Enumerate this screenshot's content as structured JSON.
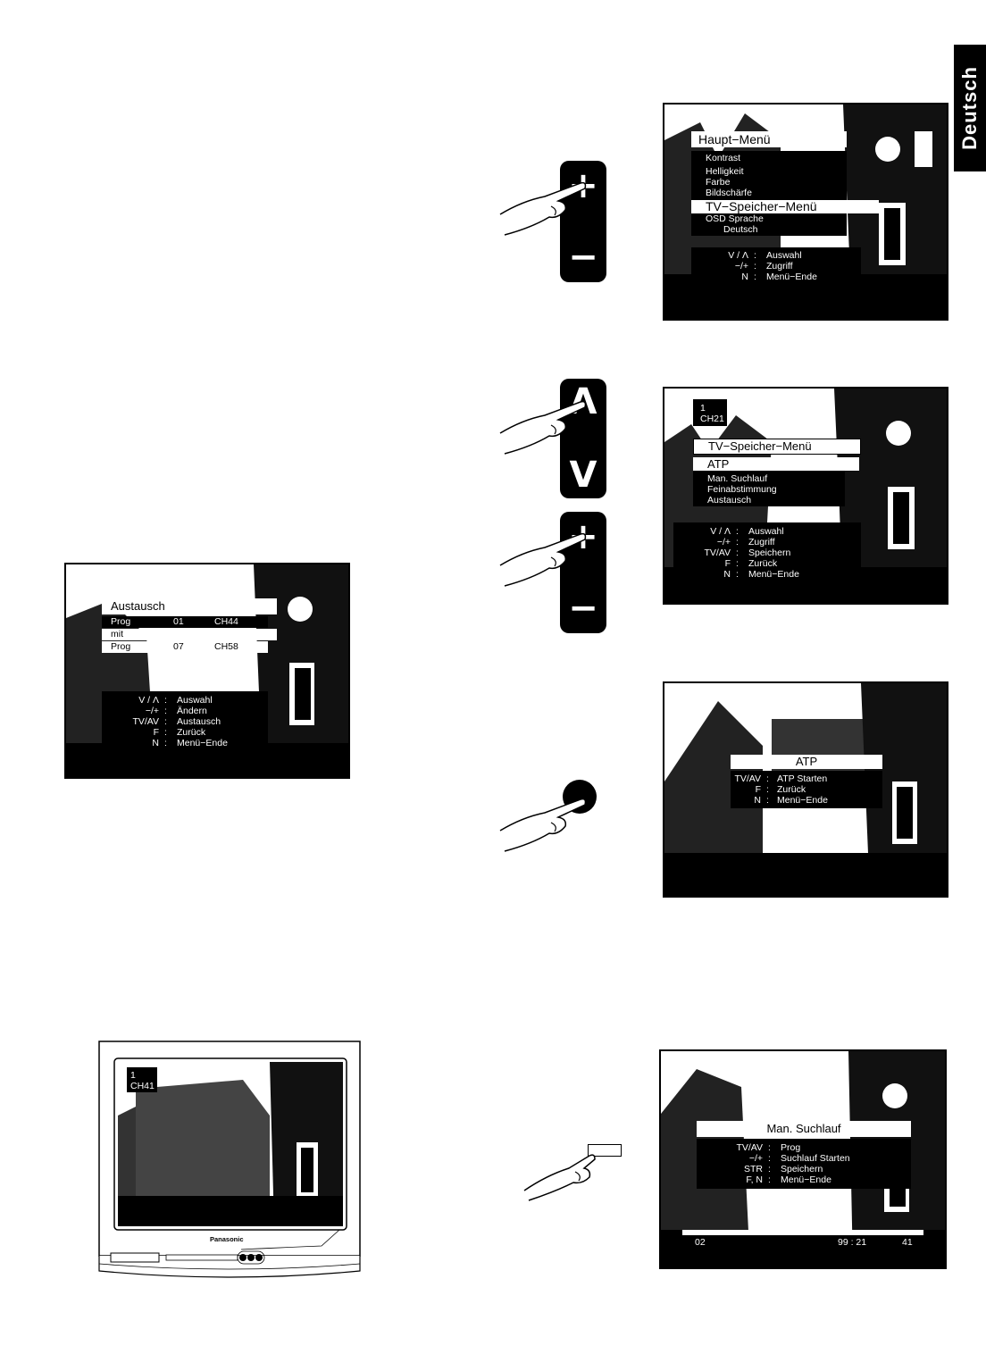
{
  "side_tab": "Deutsch",
  "screen1": {
    "title": "Haupt−Menü",
    "items": [
      "Kontrast",
      "Helligkeit",
      "Farbe",
      "Bildschärfe"
    ],
    "highlight": "TV−Speicher−Menü",
    "osd_label": "OSD Sprache",
    "osd_value": "Deutsch",
    "keys": [
      {
        "k": "V / Λ",
        "v": "Auswahl"
      },
      {
        "k": "−/+",
        "v": "Zugriff"
      },
      {
        "k": "N",
        "v": "Menü−Ende"
      }
    ]
  },
  "screen2": {
    "prog_num": "1",
    "channel": "CH21",
    "title": "TV−Speicher−Menü",
    "highlight": "ATP",
    "items": [
      "Man. Suchlauf",
      "Feinabstimmung",
      "Austausch"
    ],
    "keys": [
      {
        "k": "V / Λ",
        "v": "Auswahl"
      },
      {
        "k": "−/+",
        "v": "Zugriff"
      },
      {
        "k": "TV/AV",
        "v": "Speichern"
      },
      {
        "k": "F",
        "v": "Zurück"
      },
      {
        "k": "N",
        "v": "Menü−Ende"
      }
    ]
  },
  "screen3": {
    "title": "ATP",
    "keys": [
      {
        "k": "TV/AV",
        "v": "ATP Starten"
      },
      {
        "k": "F",
        "v": "Zurück"
      },
      {
        "k": "N",
        "v": "Menü−Ende"
      }
    ]
  },
  "screen4": {
    "title": "Austausch",
    "row1": {
      "label": "Prog",
      "prog": "01",
      "ch": "CH44"
    },
    "mit": "mit",
    "row2": {
      "label": "Prog",
      "prog": "07",
      "ch": "CH58"
    },
    "keys": [
      {
        "k": "V / Λ",
        "v": "Auswahl"
      },
      {
        "k": "−/+",
        "v": "Ändern"
      },
      {
        "k": "TV/AV",
        "v": "Austausch"
      },
      {
        "k": "F",
        "v": "Zurück"
      },
      {
        "k": "N",
        "v": "Menü−Ende"
      }
    ]
  },
  "screen5": {
    "title": "Man. Suchlauf",
    "keys": [
      {
        "k": "TV/AV",
        "v": "Prog"
      },
      {
        "k": "−/+",
        "v": "Suchlauf Starten"
      },
      {
        "k": "STR",
        "v": "Speichern"
      },
      {
        "k": "F, N",
        "v": "Menü−Ende"
      }
    ],
    "bottom_left": "02",
    "bottom_mid": "99 : 21",
    "bottom_right": "41"
  },
  "tv": {
    "prog_num": "1",
    "channel": "CH41",
    "brand": "Panasonic"
  },
  "remote": {
    "plus": "+",
    "minus": "−",
    "up": "Λ",
    "down": "V"
  }
}
